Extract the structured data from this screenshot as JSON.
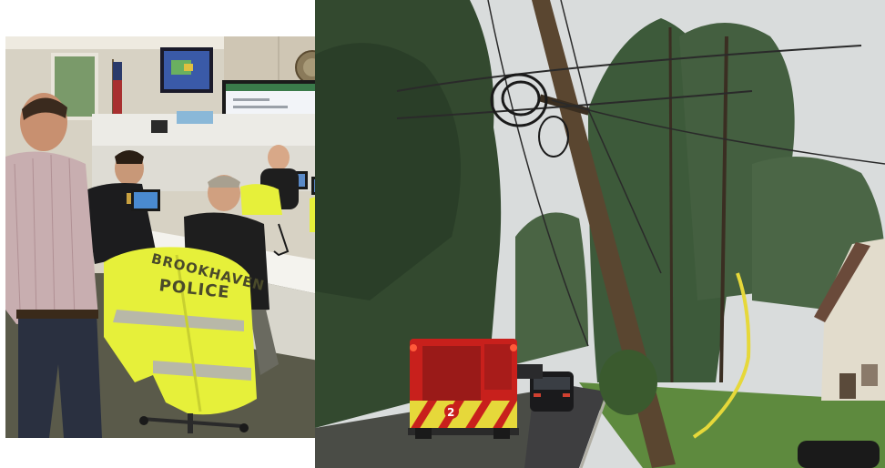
{
  "eoc_photo": {
    "jacket_text_line1": "BROOKHAVEN",
    "jacket_text_line2": "POLICE"
  },
  "street_photo": {
    "fire_truck_number": "2"
  },
  "colors": {
    "hi_vis_yellow": "#e6f03a",
    "reflective_stripe": "#b8b8a8",
    "fire_truck_red": "#c8201c",
    "tree_green": "#3d5a3a",
    "sky_gray": "#d9dcdc"
  }
}
